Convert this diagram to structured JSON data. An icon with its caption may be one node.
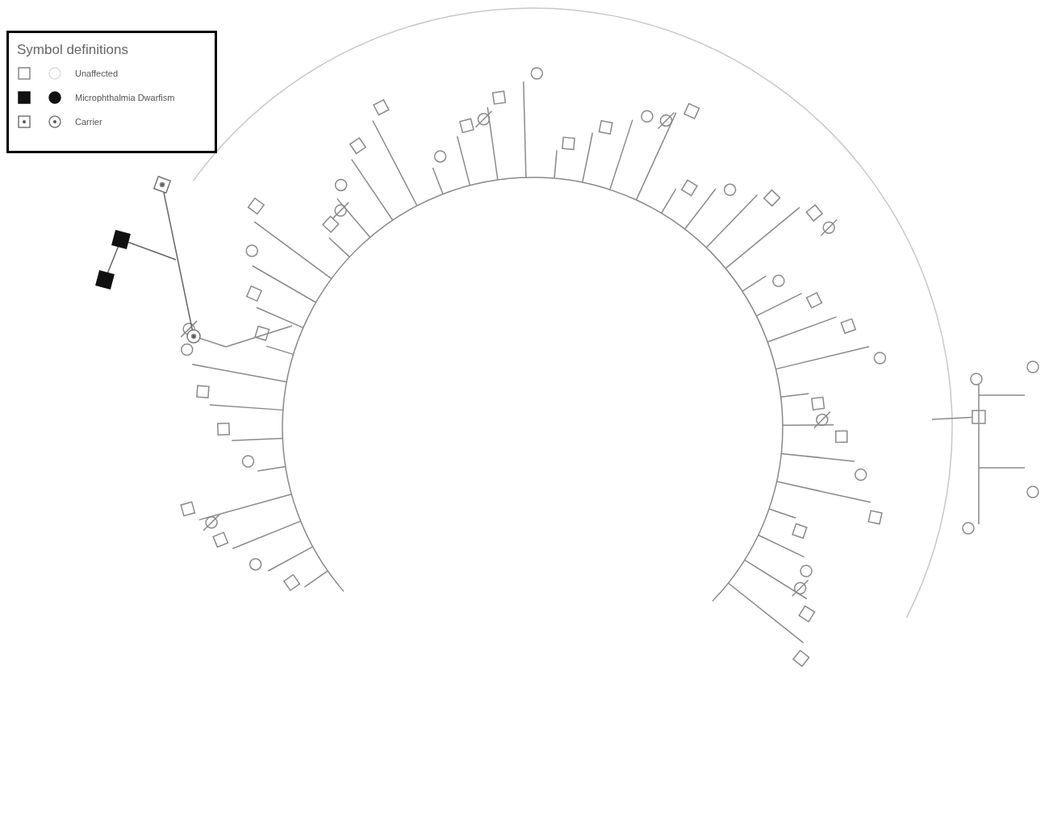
{
  "diagram": {
    "labels": [
      "Symbol definitions"
    ],
    "legend": [
      {
        "text": "Unaffected"
      },
      {
        "text": "Microphthalmia Dwarfism"
      },
      {
        "text": "Carrier"
      }
    ]
  }
}
